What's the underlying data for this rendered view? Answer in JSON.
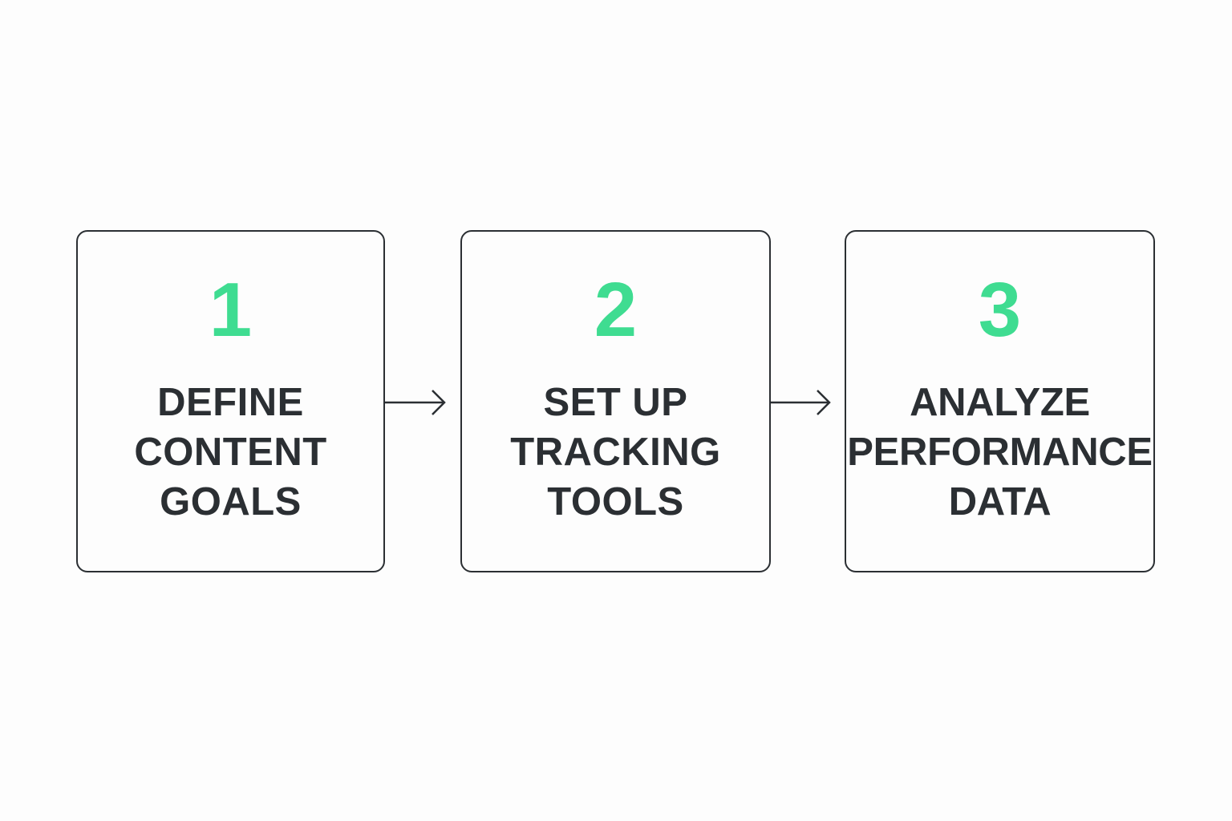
{
  "colors": {
    "accent": "#3fdc91",
    "text": "#2b2f33",
    "border": "#2b2f33",
    "background": "#fdfdfd"
  },
  "steps": [
    {
      "number": "1",
      "label_lines": [
        "DEFINE",
        "CONTENT",
        "GOALS"
      ]
    },
    {
      "number": "2",
      "label_lines": [
        "SET UP",
        "TRACKING",
        "TOOLS"
      ]
    },
    {
      "number": "3",
      "label_lines": [
        "ANALYZE",
        "PERFORMANCE",
        "DATA"
      ]
    }
  ],
  "connectors": [
    {
      "from": "1",
      "to": "2",
      "icon": "arrow-right-icon"
    },
    {
      "from": "2",
      "to": "3",
      "icon": "arrow-right-icon"
    }
  ]
}
